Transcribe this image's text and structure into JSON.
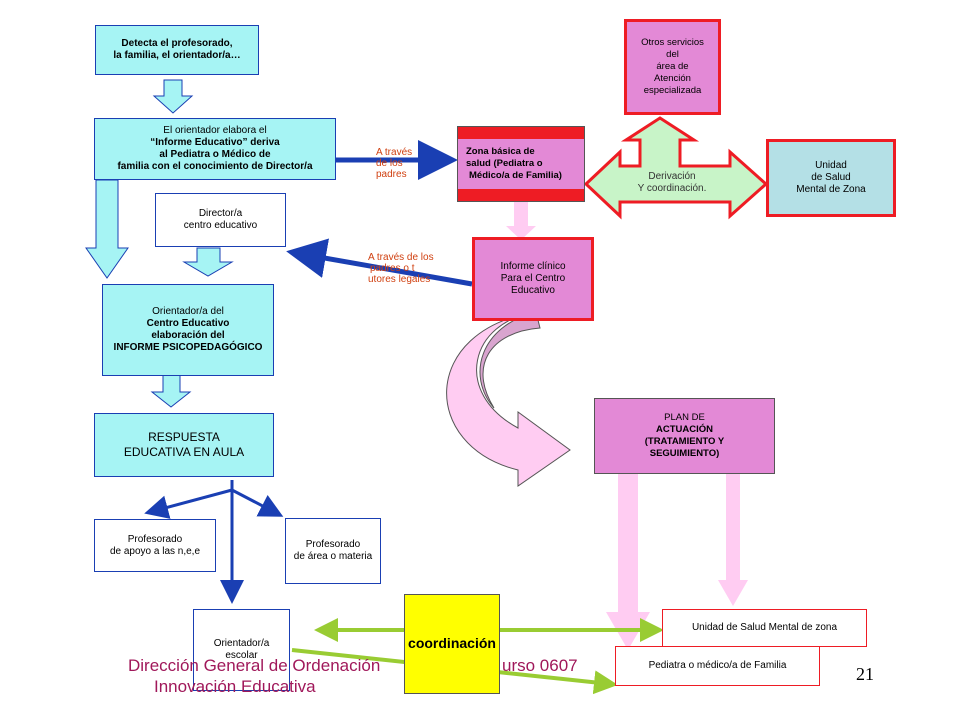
{
  "nodes": {
    "detecta": [
      "Detecta el profesorado,",
      "la familia, el orientador/a…"
    ],
    "orientador_elabora": [
      "El orientador elabora el",
      "“Informe Educativo” deriva",
      "al Pediatra o Médico de",
      "familia con el conocimiento de Director/a"
    ],
    "director": [
      "Director/a",
      "centro educativo"
    ],
    "orientador_centro": [
      "Orientador/a del",
      "Centro Educativo",
      "elaboración  del",
      "INFORME PSICOPEDAGÓGICO"
    ],
    "respuesta": [
      "RESPUESTA",
      "EDUCATIVA EN AULA"
    ],
    "prof_apoyo": [
      "Profesorado",
      "de apoyo a las n,e,e"
    ],
    "prof_area": [
      "Profesorado",
      "de área o materia"
    ],
    "orientador_escolar": [
      "Orientador/a",
      "escolar"
    ],
    "zona_basica": [
      "Zona básica de",
      "salud (Pediatra o",
      "Médico/a de Familia)"
    ],
    "otros_servicios": [
      "Otros servicios",
      "del",
      "área de",
      "Atención",
      "especializada"
    ],
    "unidad_salud": [
      "Unidad",
      "de Salud",
      "Mental de Zona"
    ],
    "derivacion": [
      "Derivación",
      "Y coordinación."
    ],
    "informe_clinico": [
      "Informe clínico",
      "Para el Centro",
      "Educativo"
    ],
    "plan": [
      "PLAN DE",
      "ACTUACIÓN",
      "(TRATAMIENTO Y",
      "SEGUIMIENTO)"
    ],
    "coordinacion": "coordinación",
    "unidad_salud_mental_zona": "Unidad de Salud Mental de zona",
    "pediatra": "Pediatra o médico/a  de Familia"
  },
  "labels": {
    "a_traves_padres": [
      "A través",
      "de los",
      "padres"
    ],
    "a_traves_tutores": [
      "A través de los",
      "padres o t",
      "utores legales"
    ]
  },
  "footer": {
    "left": [
      "Dirección General de Ordenación",
      "Innovación Educativa"
    ],
    "right": "urso 0607",
    "page_number": "21"
  },
  "colors": {
    "cyan_fill": "#a6f4f4",
    "blue_border": "#1a3fb3",
    "red_border": "#ee1c24",
    "pink_fill": "#e389d6",
    "green_arrow": "#99cc33",
    "light_pink_arrow": "#ffccf2",
    "yellow": "#ffff00"
  }
}
